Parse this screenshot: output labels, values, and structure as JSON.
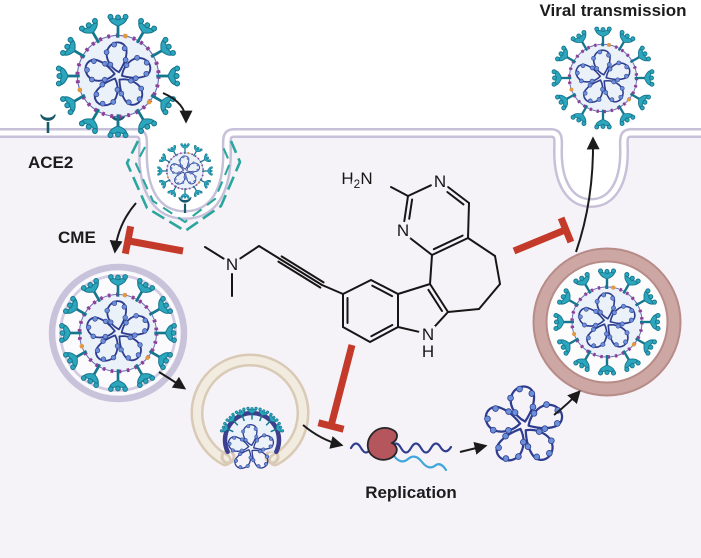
{
  "labels": {
    "viral_transmission": "Viral transmission",
    "ace2": "ACE2",
    "cme": "CME",
    "replication": "Replication"
  },
  "molecule": {
    "amine_h": "H",
    "amine_sub": "2",
    "amine_n": "N",
    "pyrimidine_n_top": "N",
    "pyrimidine_n_left": "N",
    "indole_n": "N",
    "indole_h": "H",
    "tertiary_amine_n": "N"
  },
  "colors": {
    "outside_bg": "#ffffff",
    "cell_fill": "#f6f3f8",
    "membrane_lavender": "#c7c0d9",
    "membrane_gap": "#ffffff",
    "clathrin_teal": "#2ba69e",
    "ace2_teal": "#175a6d",
    "spike_teal": "#2ba6bd",
    "spike_dark": "#16768d",
    "envelope_fill": "#eaf1f9",
    "envelope_edge": "#6a6fb5",
    "mprotein_purple": "#8e3f97",
    "accessory_orange": "#e2993f",
    "rna_navy": "#2e3d8f",
    "bead_blue": "#6b8fd8",
    "endosome_lavender": "#c9c2db",
    "endosome_inner_edge": "#d3cce2",
    "fusion_beige_edge": "#d8cab5",
    "fusion_beige_fill": "#f2ebdf",
    "fusing_membrane_indigo": "#3c3f8e",
    "vesicle_rose": "#cda7a4",
    "vesicle_rose_edge": "#b68b88",
    "inhibitor_red": "#c43a2a",
    "arrow_black": "#1b1b1b",
    "bond_black": "#161616",
    "label_black": "#1c1c1c",
    "polymerase_maroon": "#b5565c",
    "nascent_blue": "#41a7da"
  }
}
